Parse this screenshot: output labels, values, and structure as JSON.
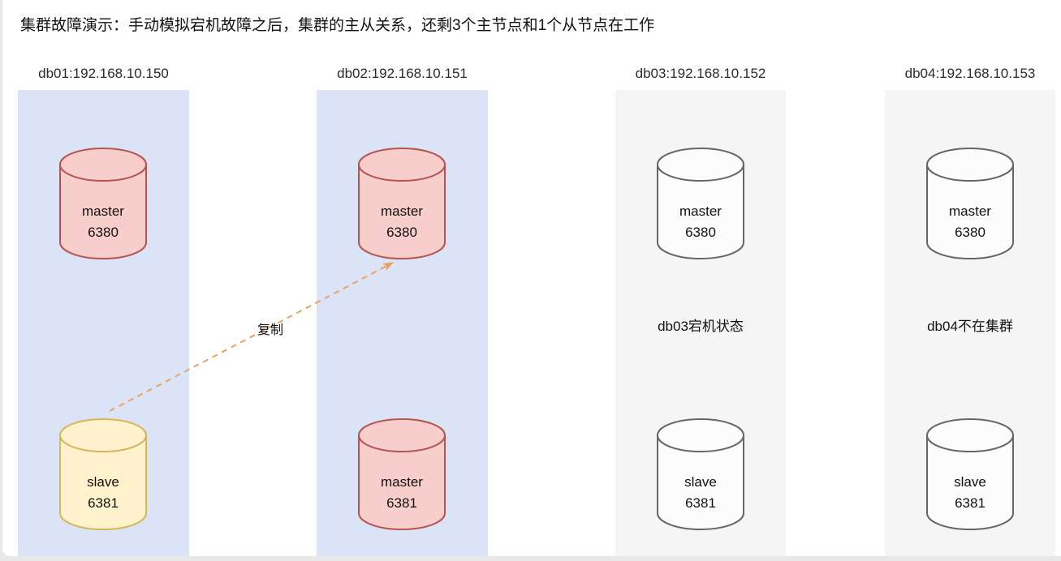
{
  "title": "集群故障演示：手动模拟宕机故障之后，集群的主从关系，还剩3个主节点和1个从节点在工作",
  "colors": {
    "active_host_bg": "#dbe3f7",
    "inactive_host_bg": "#f5f5f5",
    "master_node_fill": "#f8cecc",
    "master_node_stroke": "#b85450",
    "slave_node_fill": "#fff2cc",
    "slave_node_stroke": "#d6b656",
    "offline_node_fill": "#fcfcfc",
    "offline_node_stroke": "#666666",
    "replication_arrow": "#eba15f"
  },
  "hosts": [
    {
      "header": "db01:192.168.10.150",
      "status": "active",
      "note": "",
      "nodes": [
        {
          "role": "master",
          "port": "6380"
        },
        {
          "role": "slave",
          "port": "6381"
        }
      ]
    },
    {
      "header": "db02:192.168.10.151",
      "status": "active",
      "note": "",
      "nodes": [
        {
          "role": "master",
          "port": "6380"
        },
        {
          "role": "master",
          "port": "6381"
        }
      ]
    },
    {
      "header": "db03:192.168.10.152",
      "status": "down",
      "note": "db03宕机状态",
      "nodes": [
        {
          "role": "master",
          "port": "6380"
        },
        {
          "role": "slave",
          "port": "6381"
        }
      ]
    },
    {
      "header": "db04:192.168.10.153",
      "status": "out-of-cluster",
      "note": "db04不在集群",
      "nodes": [
        {
          "role": "master",
          "port": "6380"
        },
        {
          "role": "slave",
          "port": "6381"
        }
      ]
    }
  ],
  "edge": {
    "label": "复制",
    "from": "db01 slave 6381",
    "to": "db02 master 6380"
  }
}
